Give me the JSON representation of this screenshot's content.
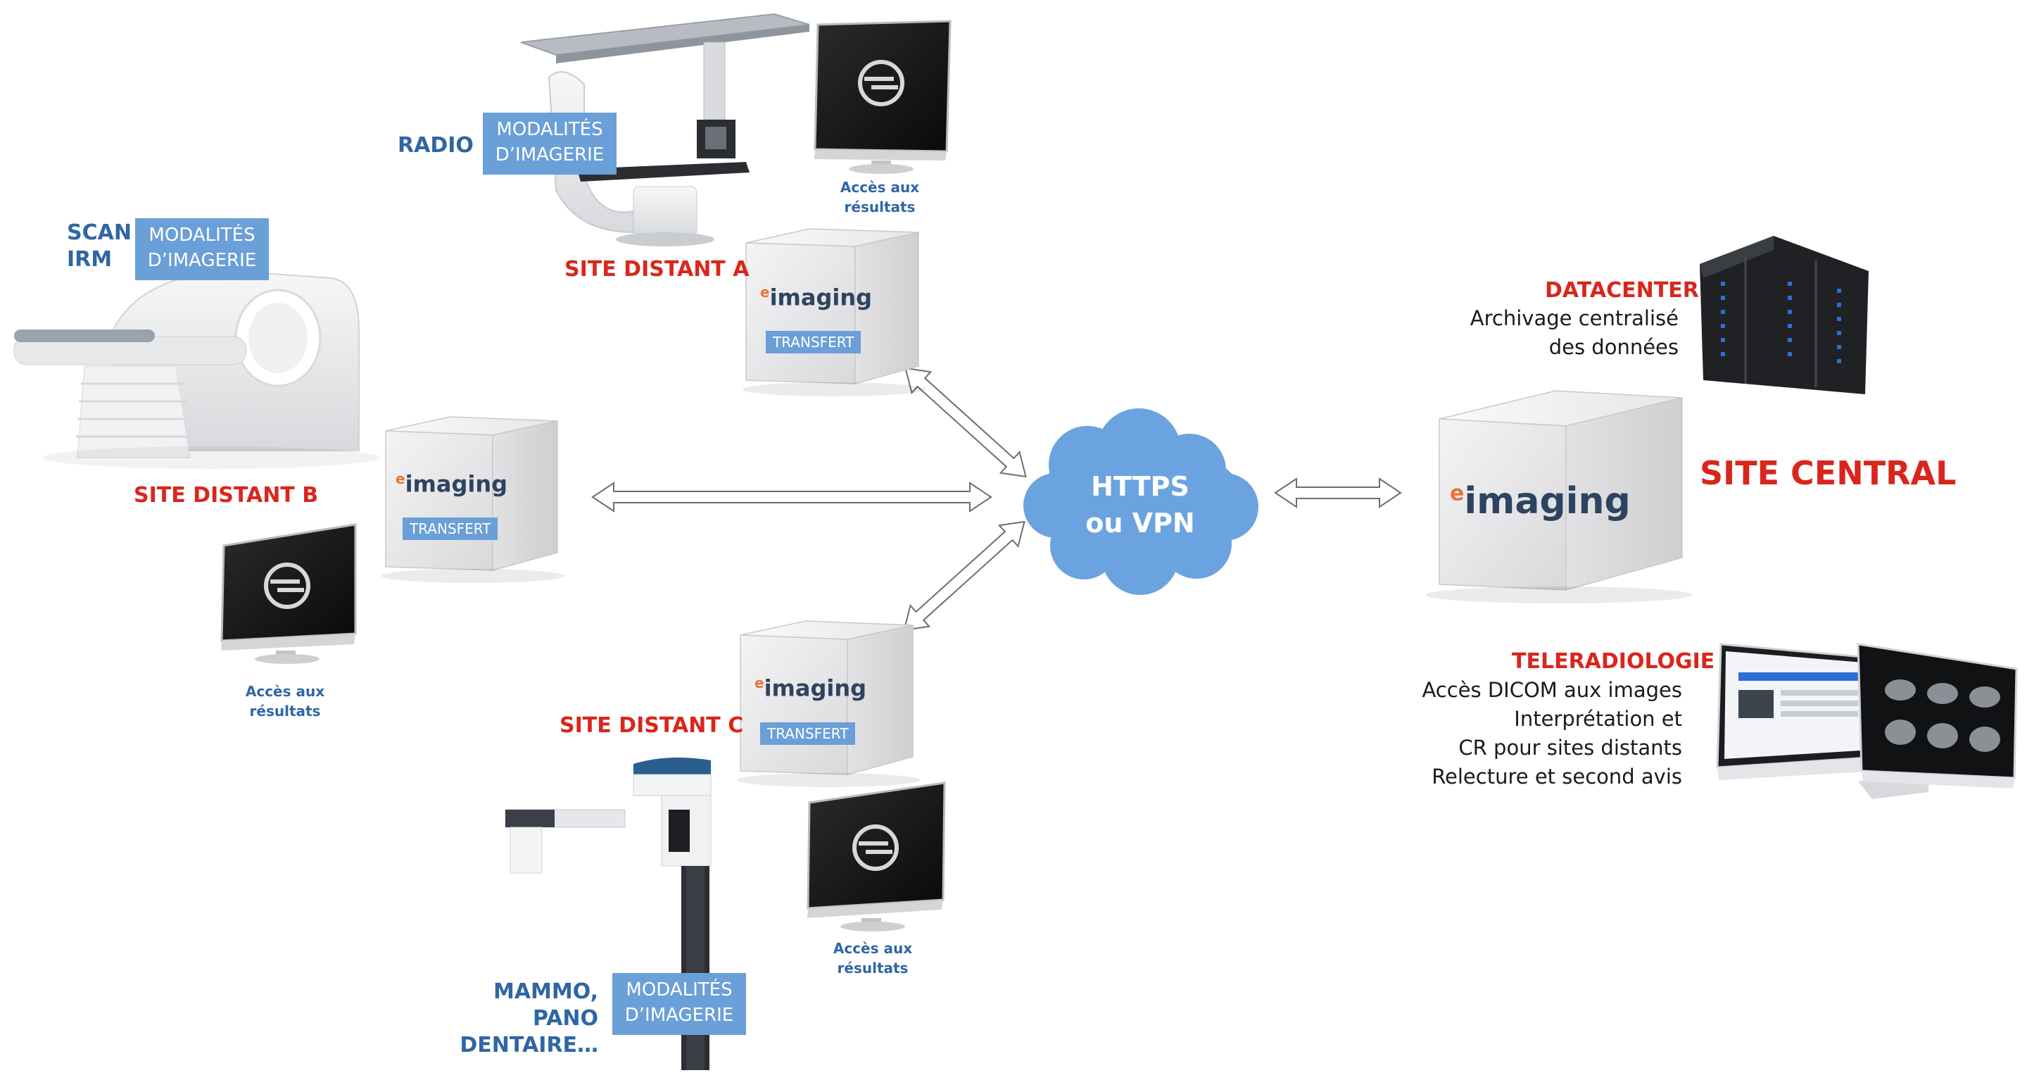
{
  "site_a": {
    "modality_label": "RADIO",
    "modality_badge": [
      "MODALITÉS",
      "D’IMAGERIE"
    ],
    "title": "SITE DISTANT A",
    "access_label": [
      "Accès aux",
      "résultats"
    ],
    "transfer_label": "TRANSFERT",
    "logo_text": "imaging"
  },
  "site_b": {
    "modality_label": [
      "SCAN",
      "IRM"
    ],
    "modality_badge": [
      "MODALITÉS",
      "D’IMAGERIE"
    ],
    "title": "SITE DISTANT B",
    "access_label": [
      "Accès aux",
      "résultats"
    ],
    "transfer_label": "TRANSFERT",
    "logo_text": "imaging"
  },
  "site_c": {
    "modality_label": [
      "MAMMO,",
      "PANO DENTAIRE…"
    ],
    "modality_badge": [
      "MODALITÉS",
      "D’IMAGERIE"
    ],
    "title": "SITE DISTANT C",
    "access_label": [
      "Accès aux",
      "résultats"
    ],
    "transfer_label": "TRANSFERT",
    "logo_text": "imaging"
  },
  "cloud": {
    "line1": "HTTPS",
    "line2": "ou VPN"
  },
  "central": {
    "title": "SITE CENTRAL",
    "logo_text": "imaging",
    "datacenter_title": "DATACENTER",
    "datacenter_lines": [
      "Archivage centralisé",
      "des données"
    ],
    "teleradio_title": "TELERADIOLOGIE",
    "teleradio_lines": [
      "Accès DICOM aux images",
      "Interprétation et",
      "CR pour sites distants",
      "Relecture et second avis"
    ]
  },
  "colors": {
    "blue_text": "#2f66a3",
    "red_text": "#d9261c",
    "badge_bg": "#6a9fd8",
    "cloud": "#6aa3df",
    "logo_dark": "#2e4360",
    "logo_orange": "#e8733a"
  }
}
